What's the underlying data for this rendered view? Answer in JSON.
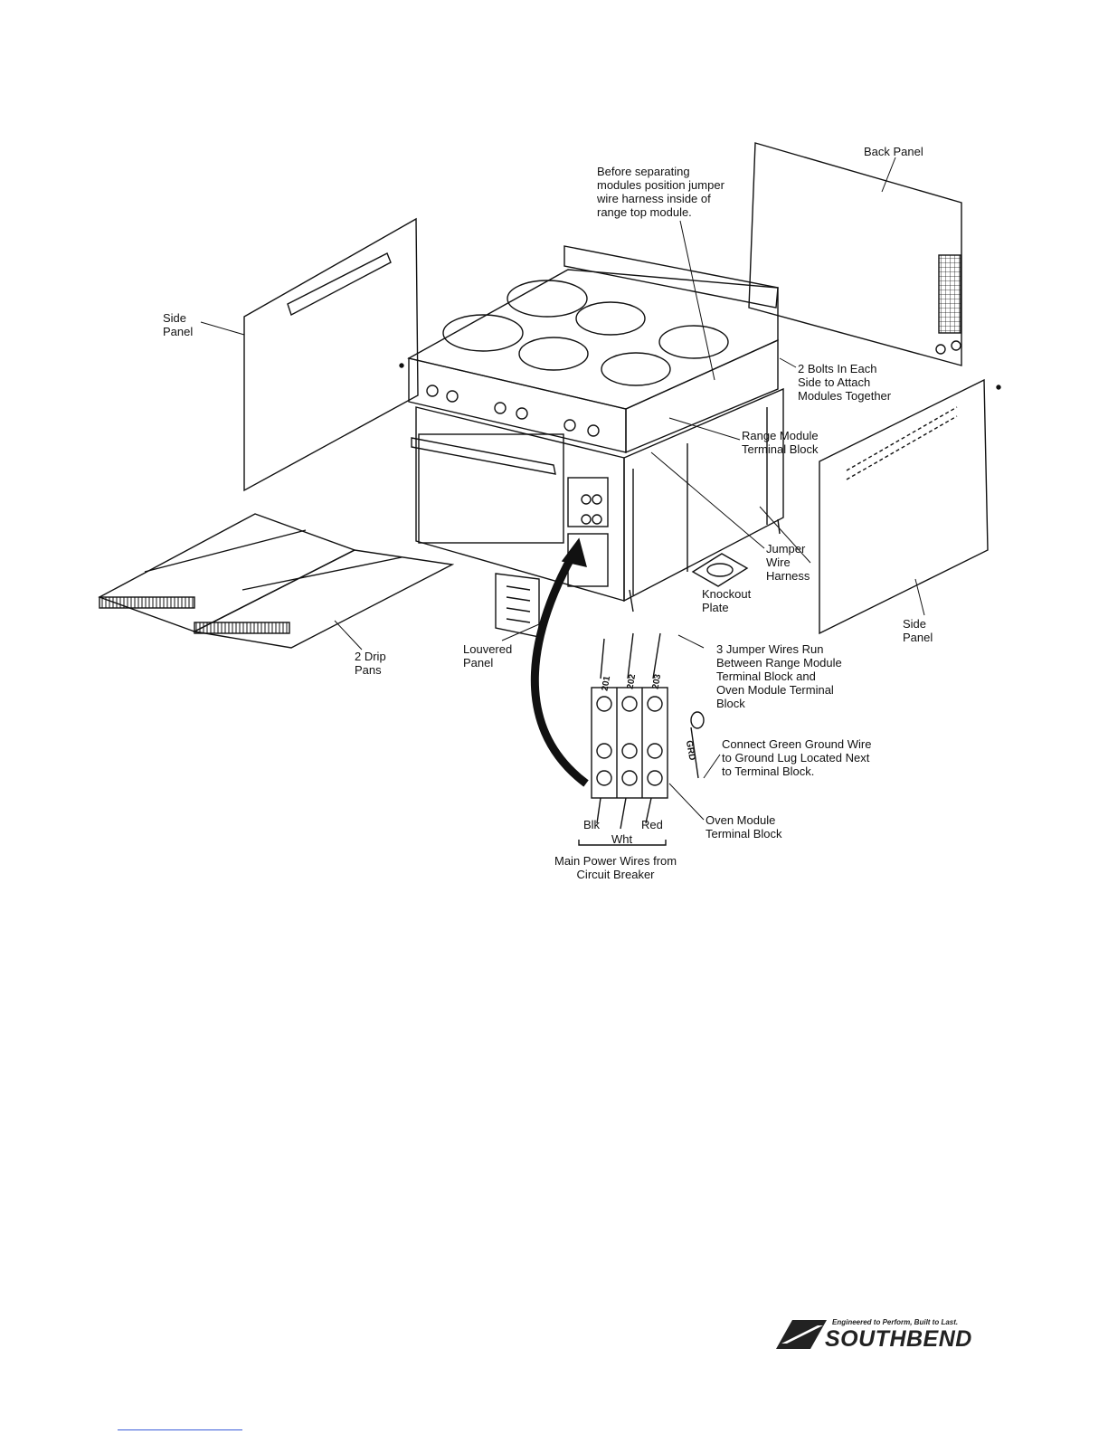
{
  "labels": {
    "back_panel": "Back Panel",
    "before_separating": "Before separating\nmodules position jumper\nwire harness inside of\nrange top module.",
    "side_panel_left": "Side\nPanel",
    "two_bolts": "2 Bolts In Each\nSide to Attach\nModules Together",
    "range_terminal": "Range Module\nTerminal Block",
    "jumper_harness": "Jumper\nWire\nHarness",
    "knockout_plate": "Knockout\nPlate",
    "side_panel_right": "Side\nPanel",
    "drip_pans": "2 Drip\nPans",
    "louvered_panel": "Louvered\nPanel",
    "three_jumper": "3 Jumper Wires Run\nBetween Range Module\nTerminal Block and\nOven Module Terminal\nBlock",
    "ground_wire": "Connect Green Ground Wire\nto Ground Lug Located Next\nto Terminal Block.",
    "oven_terminal": "Oven Module\nTerminal Block",
    "blk": "Blk",
    "red": "Red",
    "wht": "Wht",
    "main_power": "Main Power Wires from\nCircuit Breaker"
  },
  "wire_tags": [
    "201",
    "202",
    "203"
  ],
  "ground_tag": "GRD",
  "logo": {
    "tagline": "Engineered to Perform, Built to Last.",
    "brand": "SOUTHBEND"
  },
  "colors": {
    "ink": "#111111",
    "footer_rule": "#3a5bd9"
  }
}
